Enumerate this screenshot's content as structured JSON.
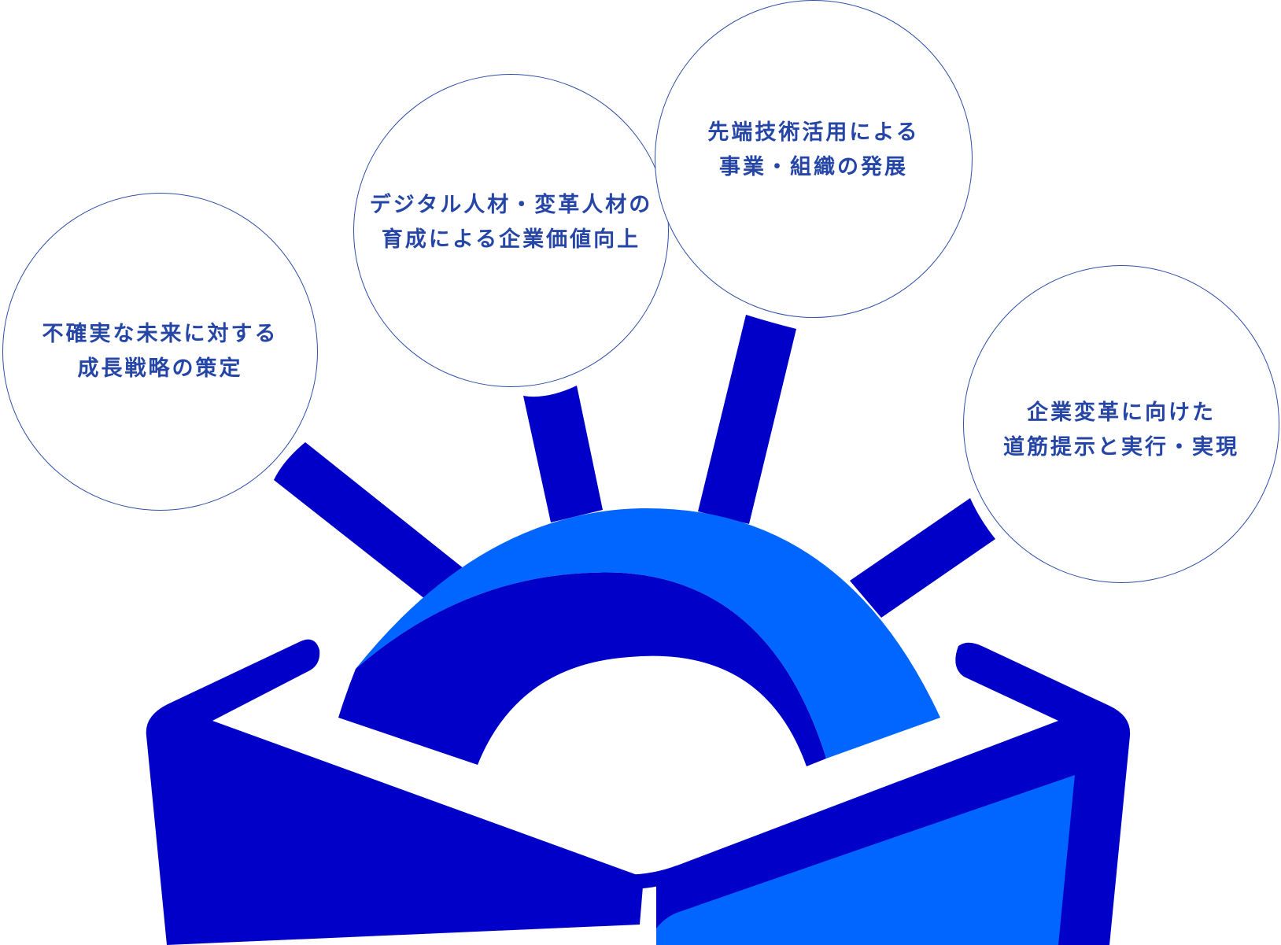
{
  "colors": {
    "dark_blue": "#0000c8",
    "light_blue": "#0066ff",
    "text_blue": "#2546a6",
    "circle_outline": "#2f4fa8"
  },
  "bubbles": [
    {
      "line1": "不確実な未来に対する",
      "line2": "成長戦略の策定"
    },
    {
      "line1": "デジタル人材・変革人材の",
      "line2": "育成による企業価値向上"
    },
    {
      "line1": "先端技術活用による",
      "line2": "事業・組織の発展"
    },
    {
      "line1": "企業変革に向けた",
      "line2": "道筋提示と実行・実現"
    }
  ]
}
